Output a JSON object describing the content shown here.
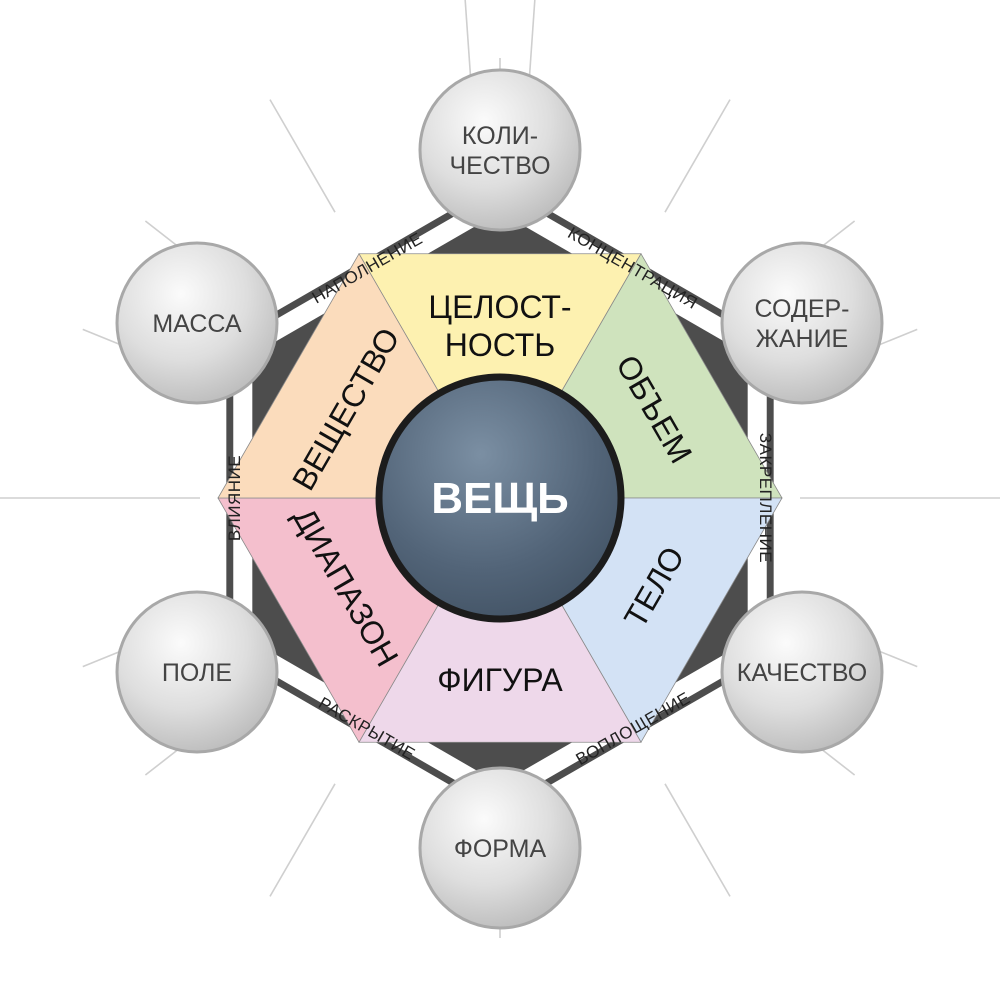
{
  "center": {
    "label": "ВЕЩЬ"
  },
  "nodes": [
    {
      "id": "kolichestvo",
      "lines": [
        "КОЛИ-",
        "ЧЕСТВО"
      ]
    },
    {
      "id": "soderzhanie",
      "lines": [
        "СОДЕР-",
        "ЖАНИЕ"
      ]
    },
    {
      "id": "kachestvo",
      "lines": [
        "КАЧЕСТВО"
      ]
    },
    {
      "id": "forma",
      "lines": [
        "ФОРМА"
      ]
    },
    {
      "id": "pole",
      "lines": [
        "ПОЛЕ"
      ]
    },
    {
      "id": "massa",
      "lines": [
        "МАССА"
      ]
    }
  ],
  "sectors": [
    {
      "id": "celostnost",
      "lines": [
        "ЦЕЛОСТ-",
        "НОСТЬ"
      ],
      "color": "#fdf1b0"
    },
    {
      "id": "obem",
      "lines": [
        "ОБЪЕМ"
      ],
      "color": "#cfe3bd"
    },
    {
      "id": "telo",
      "lines": [
        "ТЕЛО"
      ],
      "color": "#d3e2f5"
    },
    {
      "id": "figura",
      "lines": [
        "ФИГУРА"
      ],
      "color": "#eed8ea"
    },
    {
      "id": "diapazon",
      "lines": [
        "ДИАПАЗОН"
      ],
      "color": "#f4bfcd"
    },
    {
      "id": "veshchestvo",
      "lines": [
        "ВЕЩЕСТВО"
      ],
      "color": "#fbdcbc"
    }
  ],
  "edges": [
    {
      "id": "koncentraciya",
      "label": "КОНЦЕНТРАЦИЯ"
    },
    {
      "id": "zakreplenie",
      "label": "ЗАКРЕПЛЕНИЕ"
    },
    {
      "id": "voploshchenie",
      "label": "ВОПЛОЩЕНИЕ"
    },
    {
      "id": "raskrytie",
      "label": "РАСКРЫТИЕ"
    },
    {
      "id": "vliyanie",
      "label": "ВЛИЯНИЕ"
    },
    {
      "id": "napolnenie",
      "label": "НАПОЛНЕНИЕ"
    }
  ],
  "colors": {
    "frame": "#4d4d4d",
    "center_fill": "#4f6173",
    "center_stroke": "#1c1c1c",
    "node_fill": "#d6d6d6",
    "node_stroke": "#a8a8a8",
    "ray": "#cfcfcf"
  }
}
